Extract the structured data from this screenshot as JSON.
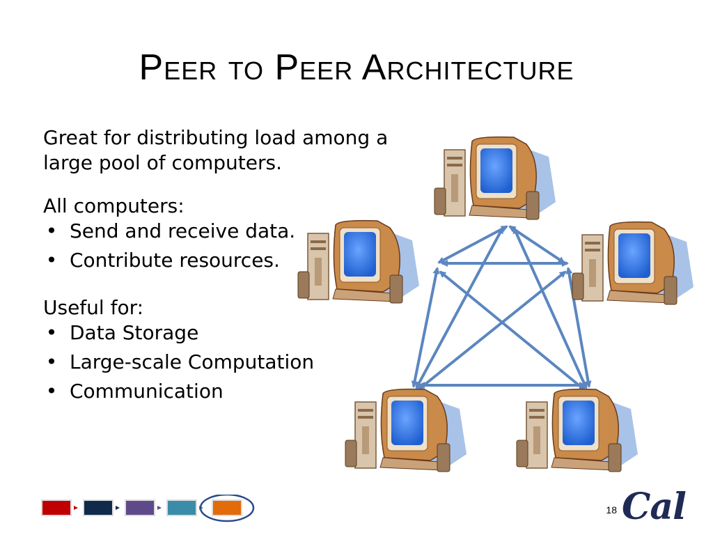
{
  "slide": {
    "title": "Peer to Peer Architecture",
    "intro": "Great for distributing load among a large pool of computers.",
    "section1_heading": "All computers:",
    "section1_items": [
      "Send and receive data.",
      "Contribute resources."
    ],
    "section2_heading": "Useful for:",
    "section2_items": [
      "Data Storage",
      "Large-scale Computation",
      "Communication"
    ],
    "bullet_glyph": "•"
  },
  "diagram": {
    "nodes": [
      "computer-top",
      "computer-left",
      "computer-right",
      "computer-bottom-left",
      "computer-bottom-right"
    ],
    "arrow_color": "#5b86c0",
    "screen_color": "#4a8cf0",
    "case_color": "#c98a4a"
  },
  "footer": {
    "page_number": "18",
    "logo_text": "Cal",
    "nav_colors": [
      "#c00000",
      "#0f2a4a",
      "#5e4a8a",
      "#3a8ca8",
      "#e26b0a"
    ],
    "nav_active_index": 4
  }
}
